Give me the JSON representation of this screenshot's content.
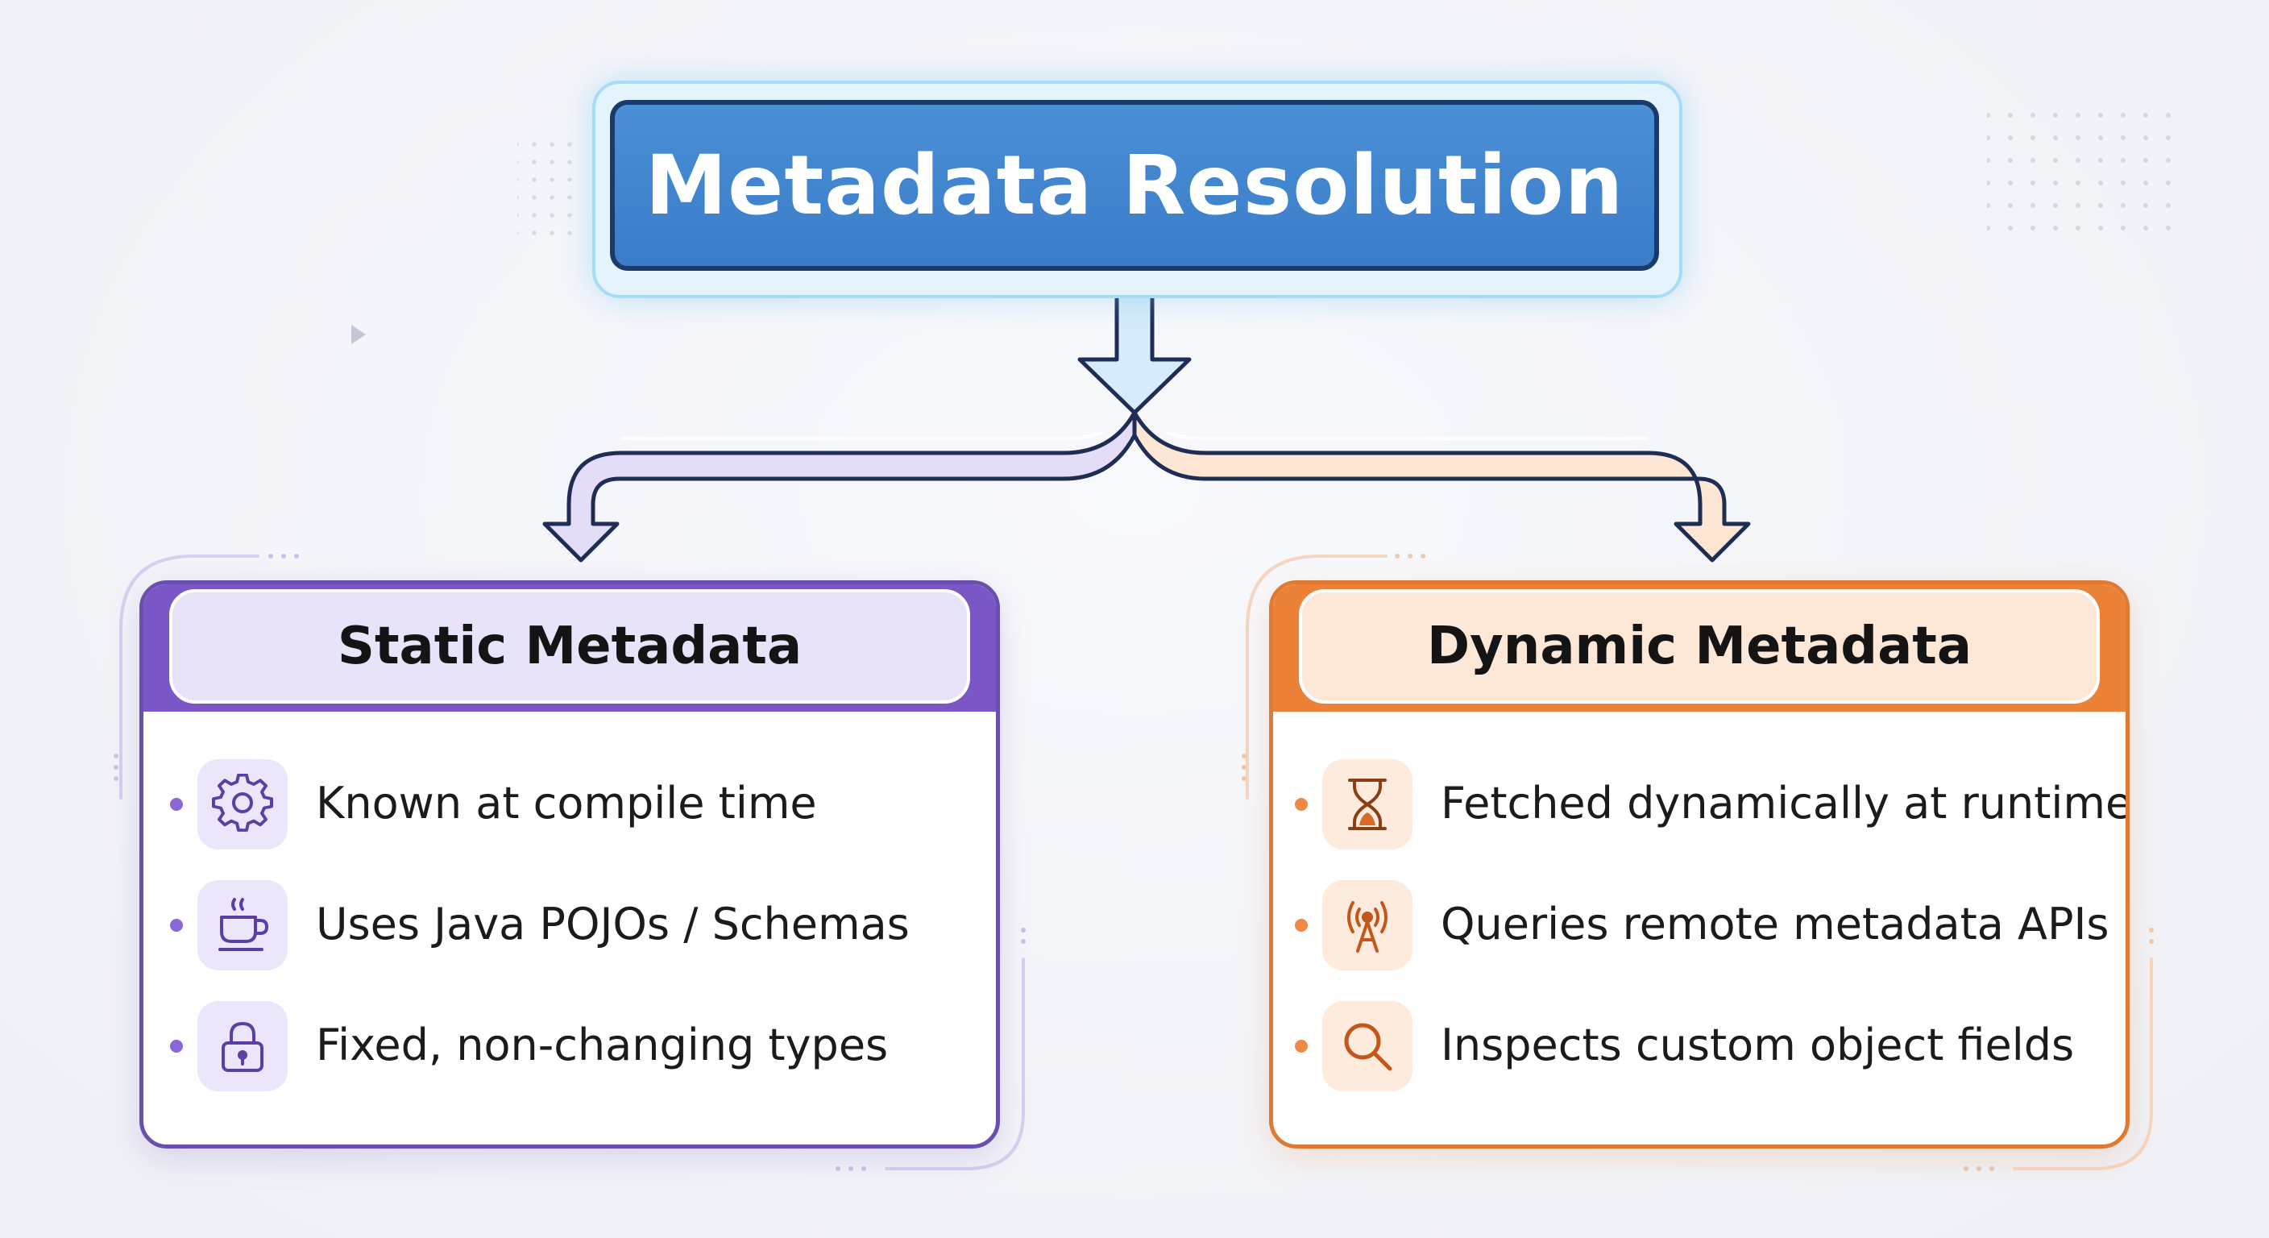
{
  "title": "Metadata Resolution",
  "colors": {
    "title_fill": "#3f82cd",
    "title_border": "#1a3a6a",
    "static_accent": "#7a56c6",
    "dynamic_accent": "#ec8237"
  },
  "static": {
    "title": "Static Metadata",
    "items": [
      {
        "icon": "gear-icon",
        "text": "Known at compile time"
      },
      {
        "icon": "coffee-cup-icon",
        "text": "Uses Java POJOs / Schemas"
      },
      {
        "icon": "padlock-icon",
        "text": "Fixed, non-changing types"
      }
    ]
  },
  "dynamic": {
    "title": "Dynamic Metadata",
    "items": [
      {
        "icon": "hourglass-icon",
        "text": "Fetched dynamically at runtime"
      },
      {
        "icon": "antenna-icon",
        "text": "Queries remote metadata APIs"
      },
      {
        "icon": "magnifier-icon",
        "text": "Inspects custom object fields"
      }
    ]
  }
}
